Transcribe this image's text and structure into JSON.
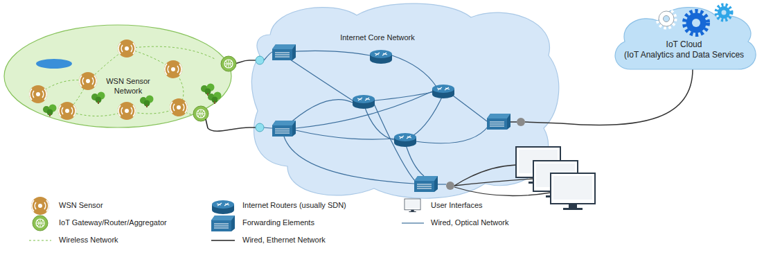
{
  "diagram": {
    "nodes": [
      {
        "text": [
          "WSN Sensor Network"
        ]
      },
      {
        "text": [
          "Internet Core Network"
        ]
      },
      {
        "text": [
          "IoT Cloud",
          "(IoT Analytics and Data Services"
        ]
      }
    ],
    "edges": [
      {
        "from": 0,
        "to": 1,
        "arrow": "none"
      },
      {
        "from": 0,
        "to": 1,
        "arrow": "none"
      },
      {
        "from": 1,
        "to": 2,
        "arrow": "none"
      }
    ],
    "legend": [
      {
        "text": "WSN Sensor"
      },
      {
        "text": "IoT Gateway/Router/Aggregator"
      },
      {
        "text": "Wireless Network"
      },
      {
        "text": "Internet Routers (usually SDN)"
      },
      {
        "text": "Forwarding Elements"
      },
      {
        "text": "Wired, Ethernet Network"
      },
      {
        "text": "User Interfaces"
      },
      {
        "text": "Wired, Optical Network"
      }
    ]
  }
}
